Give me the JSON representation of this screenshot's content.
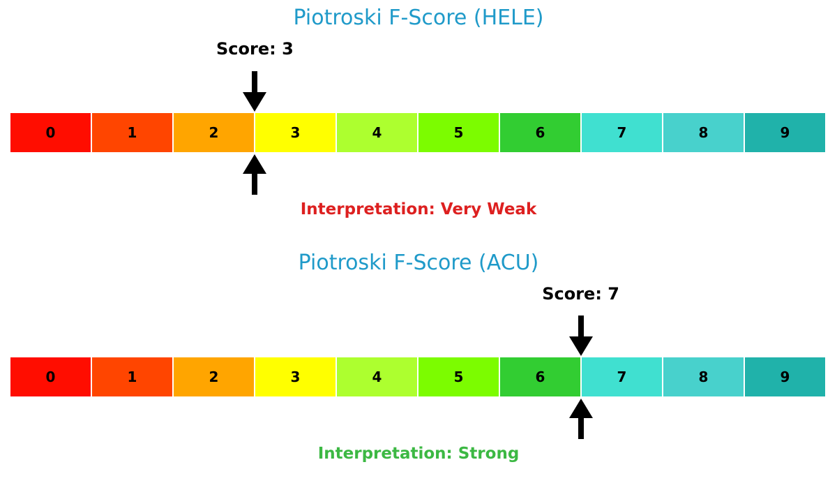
{
  "colors": {
    "background": "#ffffff",
    "title_blue": "#1F9AC9",
    "weak_red": "#DD2020",
    "strong_green": "#3CB843",
    "arrow_black": "#000000",
    "segment_text": "#000000"
  },
  "chart_data": [
    {
      "type": "bar",
      "variant": "discrete-score-scale",
      "title": "Piotroski F-Score (HELE)",
      "title_color": "#1F9AC9",
      "categories": [
        "0",
        "1",
        "2",
        "3",
        "4",
        "5",
        "6",
        "7",
        "8",
        "9"
      ],
      "segment_colors": [
        "#FF0D00",
        "#FF4500",
        "#FFA500",
        "#FFFF00",
        "#ADFF2F",
        "#7CFC00",
        "#32CD32",
        "#40E0D0",
        "#48D1CC",
        "#20B2AA"
      ],
      "scale_range": [
        0,
        10
      ],
      "score": 3,
      "score_annotation": "Score: 3",
      "interpretation": "Interpretation: Very Weak",
      "interpretation_color": "#DD2020",
      "legend": "none",
      "grid": false
    },
    {
      "type": "bar",
      "variant": "discrete-score-scale",
      "title": "Piotroski F-Score (ACU)",
      "title_color": "#1F9AC9",
      "categories": [
        "0",
        "1",
        "2",
        "3",
        "4",
        "5",
        "6",
        "7",
        "8",
        "9"
      ],
      "segment_colors": [
        "#FF0D00",
        "#FF4500",
        "#FFA500",
        "#FFFF00",
        "#ADFF2F",
        "#7CFC00",
        "#32CD32",
        "#40E0D0",
        "#48D1CC",
        "#20B2AA"
      ],
      "scale_range": [
        0,
        10
      ],
      "score": 7,
      "score_annotation": "Score: 7",
      "interpretation": "Interpretation: Strong",
      "interpretation_color": "#3CB843",
      "legend": "none",
      "grid": false
    }
  ]
}
